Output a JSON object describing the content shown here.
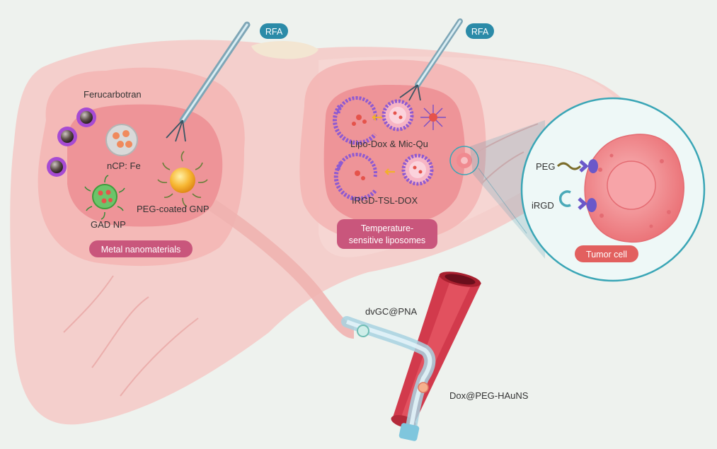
{
  "rfa_labels": [
    "RFA",
    "RFA"
  ],
  "left_tumor": {
    "labels": {
      "ferucarbotran": "Ferucarbotran",
      "ncp_fe": "nCP: Fe",
      "gad_np": "GAD NP",
      "peg_gnp": "PEG-coated GNP"
    },
    "category": "Metal nanomaterials"
  },
  "right_tumor": {
    "labels": {
      "lipo_dox": "Lipo-Dox & Mic-Qu",
      "irgd_tsl": "IRGD-TSL-DOX"
    },
    "category_line1": "Temperature-",
    "category_line2": "sensitive liposomes"
  },
  "zoom_panel": {
    "peg": "PEG",
    "irgd": "iRGD",
    "caption": "Tumor cell"
  },
  "vessel": {
    "dvgc": "dvGC@PNA",
    "dox_peg": "Dox@PEG-HAuNS"
  },
  "colors": {
    "liver": "#f4c9c6",
    "tumor": "#ef9b9f",
    "pill_pink": "#c9567c",
    "pill_teal": "#2b8ba8",
    "pill_red": "#e2605f",
    "zoom_border": "#3aa6b6",
    "vessel": "#d23a4c"
  }
}
